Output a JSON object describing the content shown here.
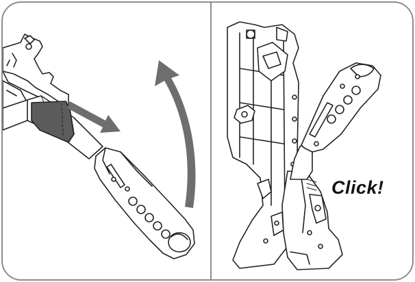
{
  "panels": [
    {
      "id": "left",
      "caption": ""
    },
    {
      "id": "right",
      "caption": "Click!"
    }
  ],
  "colors": {
    "outline": "#222222",
    "frame": "#8c8c8c",
    "arrow": "#6e6e6e",
    "band": "#5c5c5c",
    "fill": "#ffffff"
  },
  "icons": [
    "slide-arrow-icon",
    "rotate-arrow-icon"
  ]
}
